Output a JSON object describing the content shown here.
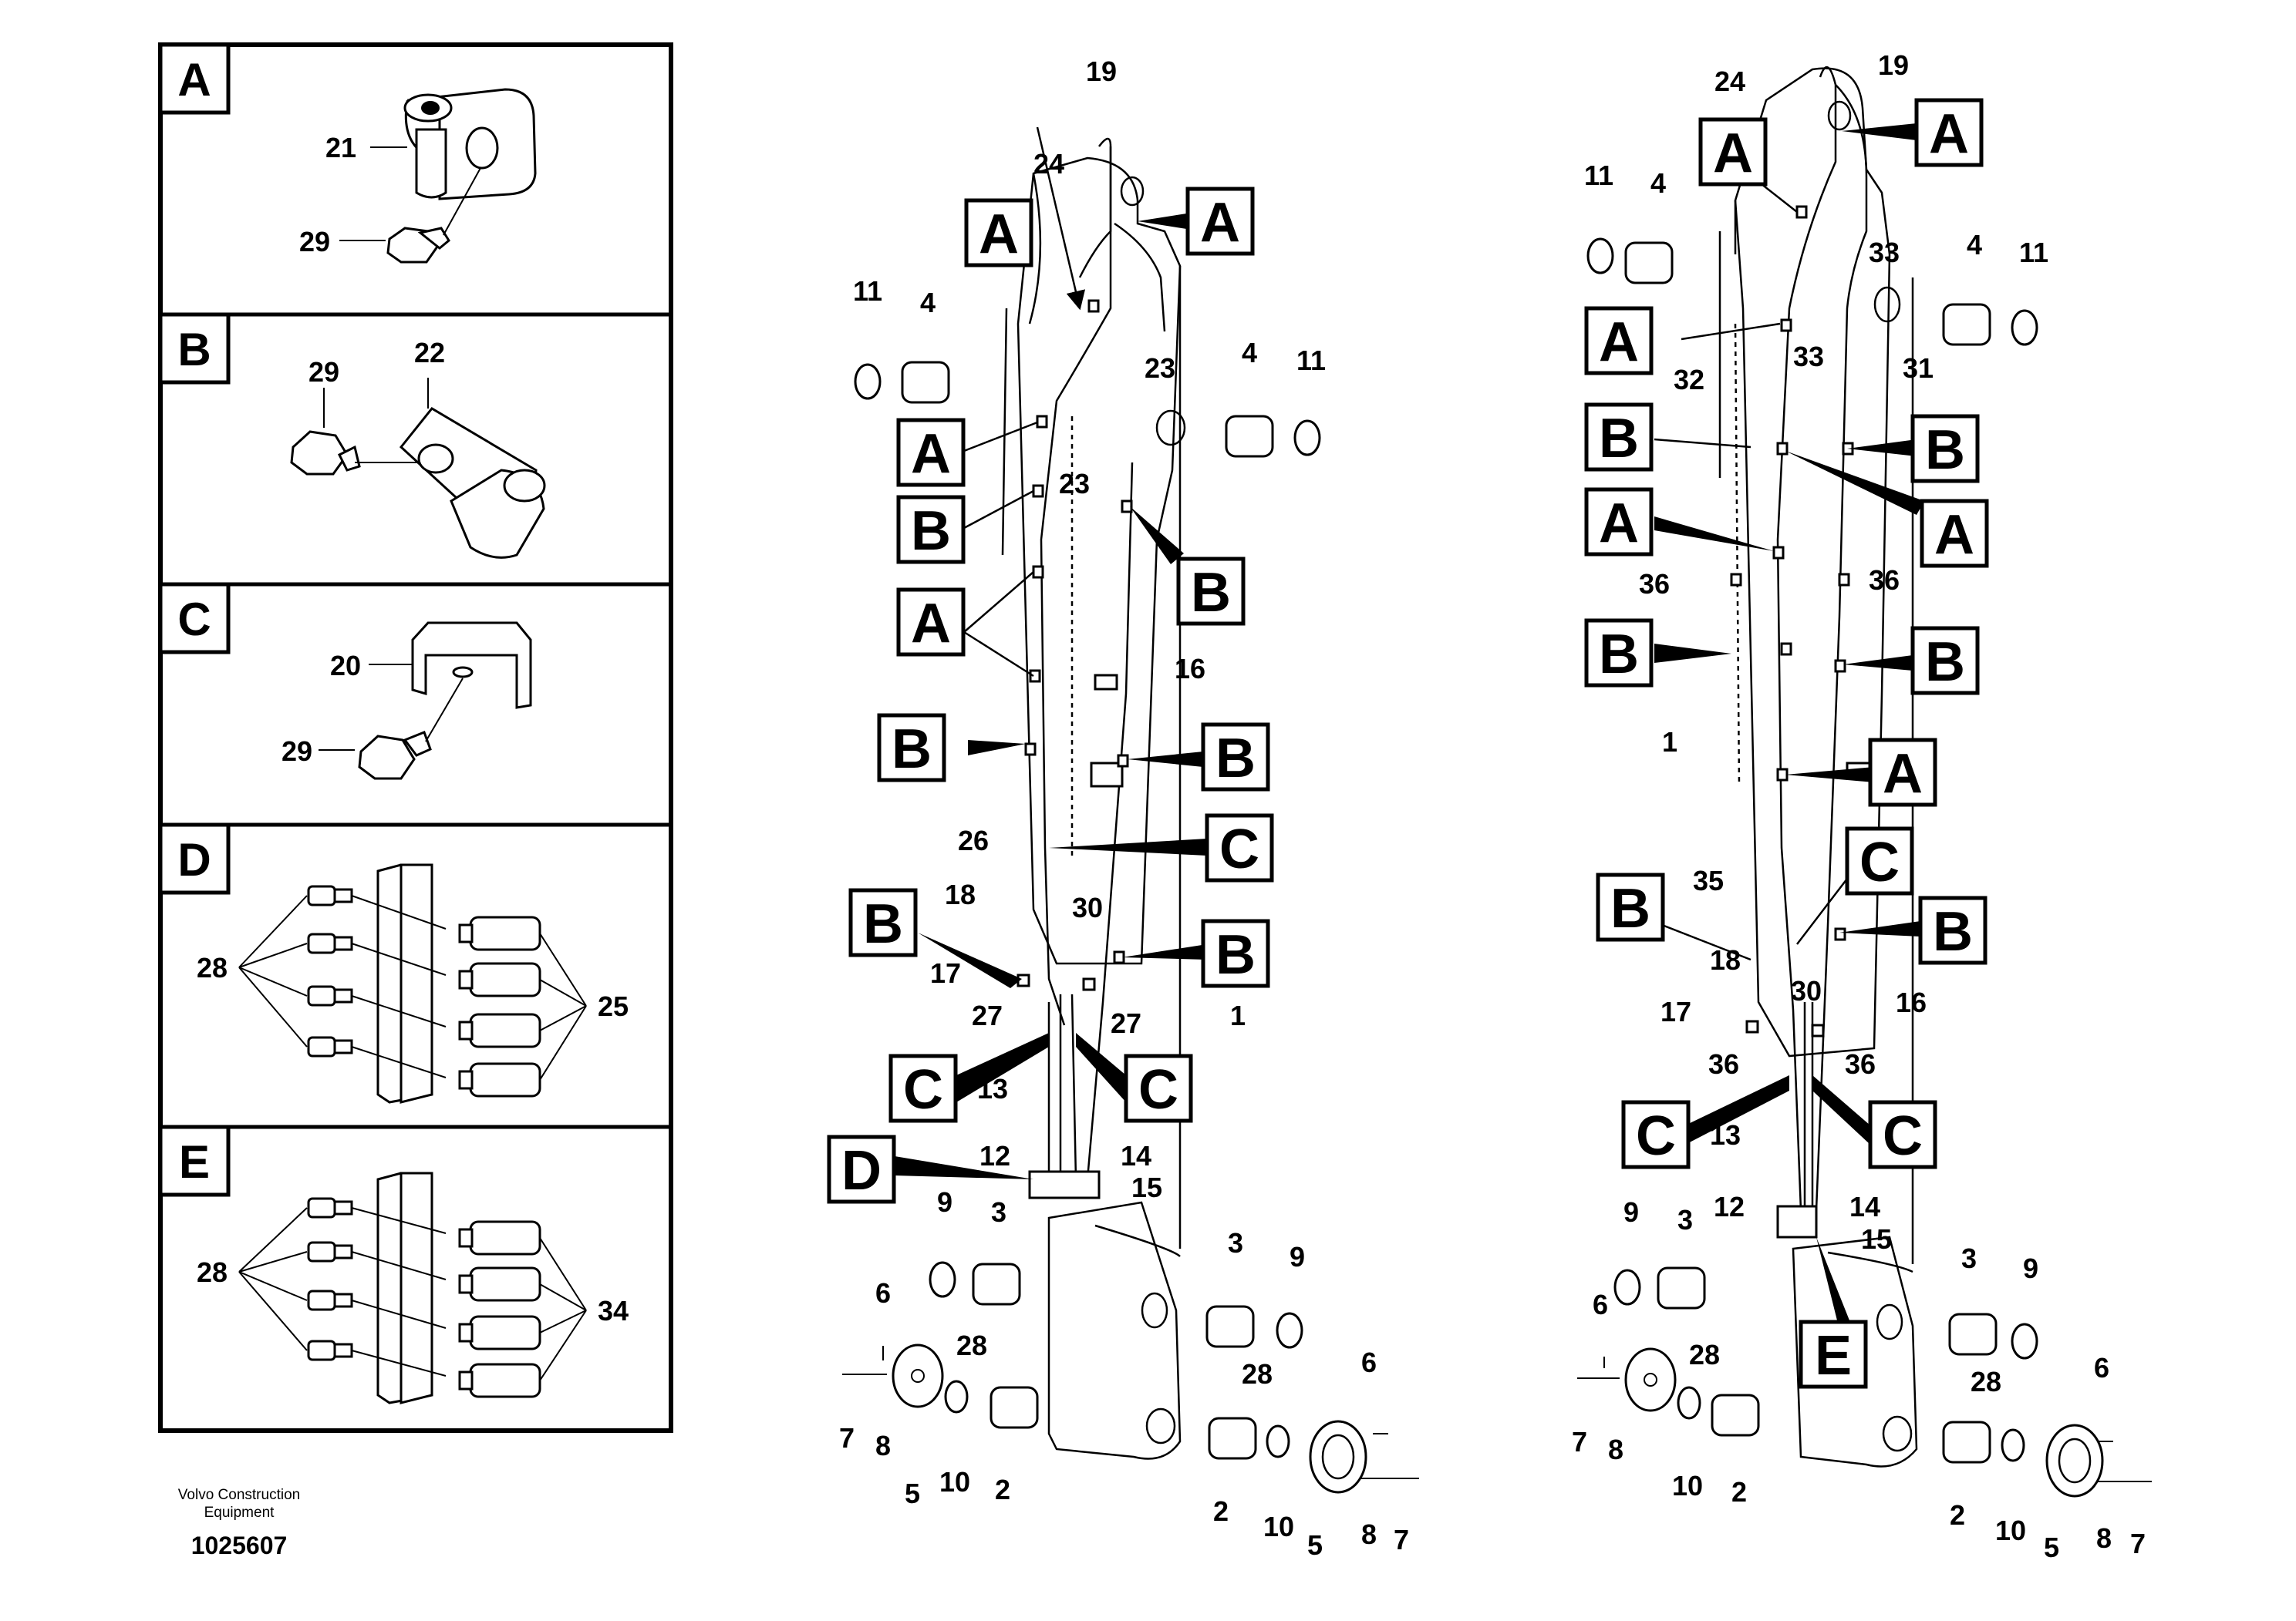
{
  "detail_panels": [
    {
      "letter": "A",
      "labels": [
        "21",
        "29"
      ]
    },
    {
      "letter": "B",
      "labels": [
        "29",
        "22"
      ]
    },
    {
      "letter": "C",
      "labels": [
        "20",
        "29"
      ]
    },
    {
      "letter": "D",
      "labels": [
        "28",
        "25"
      ]
    },
    {
      "letter": "E",
      "labels": [
        "28",
        "34"
      ]
    }
  ],
  "footer": {
    "brand_line1": "Volvo Construction",
    "brand_line2": "Equipment",
    "doc_number": "1025607"
  },
  "left_assembly": {
    "callouts": [
      "A",
      "A",
      "A",
      "B",
      "A",
      "B",
      "B",
      "B",
      "C",
      "B",
      "B",
      "C",
      "C",
      "D"
    ],
    "part_numbers": [
      "19",
      "24",
      "11",
      "4",
      "23",
      "4",
      "11",
      "23",
      "16",
      "26",
      "18",
      "30",
      "17",
      "27",
      "27",
      "1",
      "13",
      "12",
      "14",
      "15",
      "9",
      "3",
      "3",
      "9",
      "6",
      "28",
      "28",
      "6",
      "7",
      "8",
      "5",
      "10",
      "2",
      "2",
      "10",
      "5",
      "8",
      "7"
    ]
  },
  "right_assembly": {
    "callouts": [
      "A",
      "A",
      "A",
      "B",
      "B",
      "A",
      "A",
      "B",
      "B",
      "A",
      "C",
      "B",
      "B",
      "C",
      "C",
      "E"
    ],
    "part_numbers": [
      "24",
      "19",
      "11",
      "4",
      "33",
      "4",
      "11",
      "33",
      "32",
      "31",
      "36",
      "36",
      "1",
      "35",
      "18",
      "30",
      "16",
      "17",
      "36",
      "36",
      "13",
      "12",
      "14",
      "15",
      "9",
      "3",
      "6",
      "28",
      "3",
      "9",
      "28",
      "6",
      "7",
      "8",
      "10",
      "2",
      "2",
      "10",
      "5",
      "8",
      "7"
    ]
  }
}
